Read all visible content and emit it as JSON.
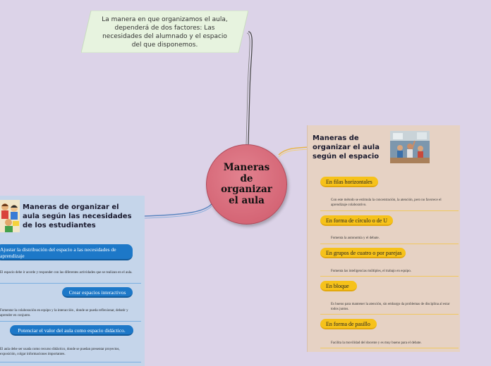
{
  "callout": {
    "text": "La manera en que organizamos el aula, dependerá de dos factores: Las necesidades del alumnado y el espacio del que disponemos."
  },
  "center": {
    "title": "Maneras de organizar el aula"
  },
  "right": {
    "title": "Maneras de organizar el aula según el espacio",
    "items": [
      {
        "label": "En filas horizontales",
        "desc": "Con este método se estimula la concentración, la atención, pero no favorece el aprendizaje colaborativo."
      },
      {
        "label": "En forma de círculo o de U",
        "desc": "Fomenta la autonomía y el debate."
      },
      {
        "label": "En grupos de cuatro o por parejas",
        "desc": "Fomenta las inteligencias múltiples, el trabajo en equipo."
      },
      {
        "label": "En bloque",
        "desc": "Es bueno para mantener la atención, sin embargo da problemas de disciplina al estar todos juntos."
      },
      {
        "label": "En forma de pasillo",
        "desc": "Facilita la movilidad del docente y es muy bueno para el debate."
      }
    ]
  },
  "left": {
    "title": "Maneras de organizar el aula según las necesidades de los estudiantes",
    "items": [
      {
        "label": "Ajustar la distribución del espacio a las necesidades de aprendizaje",
        "desc": "El espacio debe ir acorde y responder con las diferentes actividades que se realizan en el aula."
      },
      {
        "label": "Crear espacios interactivos",
        "desc": "Fomentar la colaboración en equipo y la interacción , donde se pueda reflexionar, debatir y aprender en conjunto."
      },
      {
        "label": "Potenciar el valor del aula como espacio didáctico.",
        "desc": "El aula debe ser usada como recurso didáctico, donde se puedan presentar proyectos, exposición, colgar informaciones importantes."
      }
    ]
  },
  "colors": {
    "background": "#dcd3e8",
    "center_node": "#d56676",
    "right_panel": "#e6d2c4",
    "right_pill": "#f6c21a",
    "left_panel": "#c5d5ea",
    "left_pill": "#1d78c8",
    "callout": "#e7f3df"
  }
}
